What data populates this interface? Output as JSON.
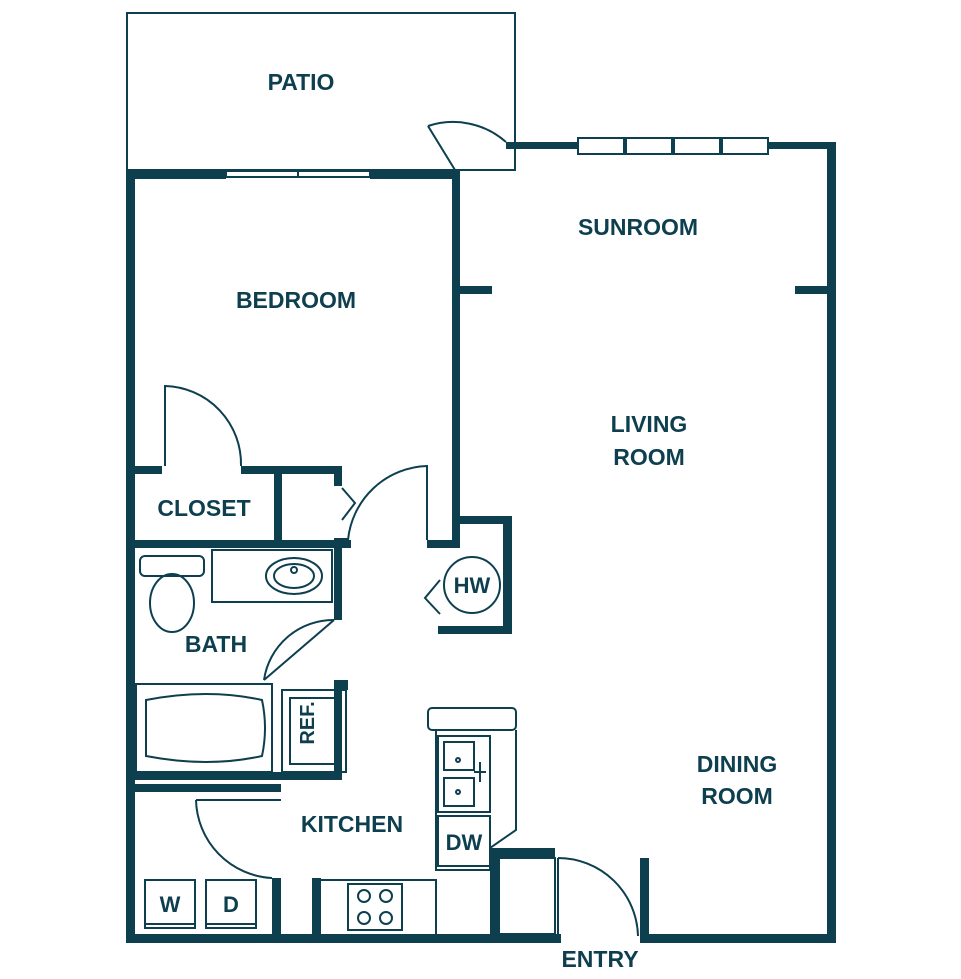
{
  "rooms": {
    "patio": "PATIO",
    "sunroom": "SUNROOM",
    "bedroom": "BEDROOM",
    "living_line1": "LIVING",
    "living_line2": "ROOM",
    "closet": "CLOSET",
    "bath": "BATH",
    "kitchen": "KITCHEN",
    "dining_line1": "DINING",
    "dining_line2": "ROOM",
    "entry": "ENTRY"
  },
  "fixtures": {
    "water_heater": "HW",
    "refrigerator": "REF.",
    "dishwasher": "DW",
    "washer": "W",
    "dryer": "D"
  },
  "colors": {
    "wall": "#0d3f4f",
    "background": "#ffffff"
  }
}
